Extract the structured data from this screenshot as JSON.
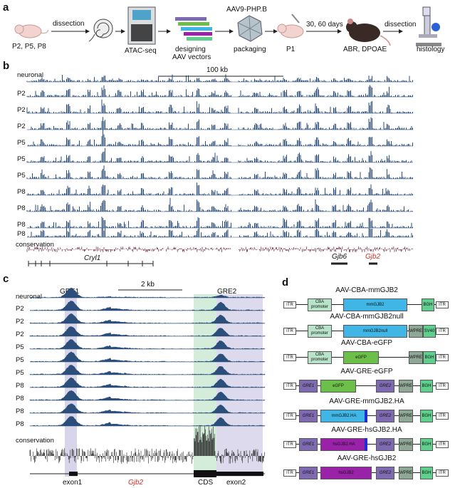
{
  "panels": {
    "a": "a",
    "b": "b",
    "c": "c",
    "d": "d"
  },
  "workflow": {
    "ages": "P2, P5, P8",
    "step1": "dissection",
    "step2": "ATAC-seq",
    "step3": "designing AAV vectors",
    "step3a": "designing",
    "step3b": "AAV vectors",
    "step4_top": "AAV9-PHP.B",
    "step4": "packaging",
    "step5": "P1",
    "step6_top": "30, 60 days",
    "step6": "ABR, DPOAE",
    "step7": "dissection",
    "step8": "histology"
  },
  "panel_b": {
    "scale": "100 kb",
    "tracks": [
      "neuronal",
      "P2",
      "P2",
      "P2",
      "P5",
      "P5",
      "P5",
      "P8",
      "P8",
      "P8",
      "P8"
    ],
    "conservation": "conservation",
    "genes": {
      "cryl1": "Cryl1",
      "gjb6": "Gjb6",
      "gjb2": "Gjb2"
    }
  },
  "panel_c": {
    "scale": "2 kb",
    "gre1": "GRE1",
    "gre2": "GRE2",
    "tracks": [
      "neuronal",
      "P2",
      "P2",
      "P2",
      "P5",
      "P5",
      "P5",
      "P8",
      "P8",
      "P8",
      "P8"
    ],
    "conservation": "conservation",
    "exon1": "exon1",
    "gene": "Gjb2",
    "cds": "CDS",
    "exon2": "exon2"
  },
  "panel_d": {
    "constructs": [
      {
        "name": "AAV-CBA-mmGJB2",
        "parts": [
          "ITR",
          "CBA promoter",
          "mmGJB2",
          "BGH",
          "ITR"
        ]
      },
      {
        "name": "AAV-CBA-mmGJB2null",
        "parts": [
          "ITR",
          "CBA promoter",
          "mmGJB2null",
          "WPRE",
          "SV40",
          "ITR"
        ]
      },
      {
        "name": "AAV-CBA-eGFP",
        "parts": [
          "ITR",
          "CBA promoter",
          "eGFP",
          "WPRE",
          "BGH",
          "ITR"
        ]
      },
      {
        "name": "AAV-GRE-eGFP",
        "parts": [
          "ITR",
          "GRE1",
          "eGFP",
          "GRE2",
          "WPRE",
          "BGH",
          "ITR"
        ]
      },
      {
        "name": "AAV-GRE-mmGJB2.HA",
        "parts": [
          "ITR",
          "GRE1",
          "mmGJB2.HA",
          "GRE2",
          "WPRE",
          "BGH",
          "ITR"
        ]
      },
      {
        "name": "AAV-GRE-hsGJB2.HA",
        "parts": [
          "ITR",
          "GRE1",
          "hsGJB2.HA",
          "GRE2",
          "WPRE",
          "BGH",
          "ITR"
        ]
      },
      {
        "name": "AAV-GRE-hsGJB2",
        "parts": [
          "ITR",
          "GRE1",
          "hsGJB2",
          "GRE2",
          "WPRE",
          "BGH",
          "ITR"
        ]
      }
    ]
  },
  "colors": {
    "track": "#2b4e7a",
    "gre_shade": "#8e86c4",
    "cds_shade": "#9fd8b0",
    "gene_red": "#d0312d",
    "cba": "#b8e3c8",
    "gre": "#7e6ab0",
    "mmgjb2": "#3fb6e6",
    "egfp": "#6cc04a",
    "hsgjb2": "#9a22a8",
    "wpre": "#8fa896",
    "bgh": "#5fcf8e",
    "ha": "#1f2fd6"
  }
}
